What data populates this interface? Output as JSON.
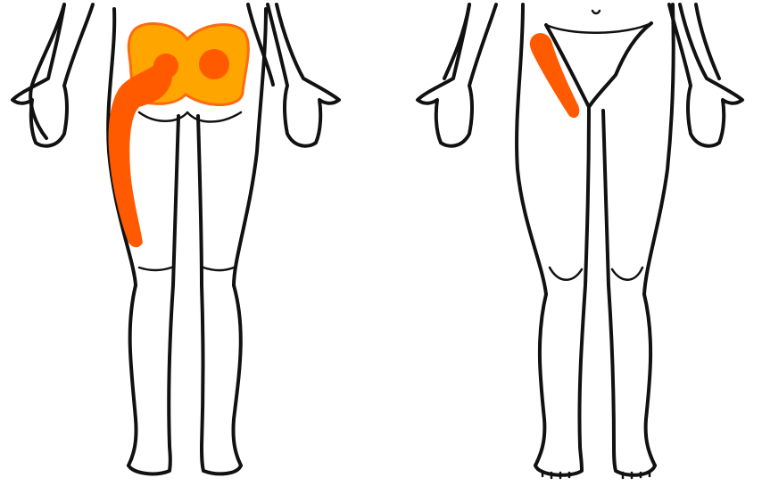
{
  "colors": {
    "background": "#ffffff",
    "outline": "#111111",
    "referred_pain_zone": "#ffa500",
    "zone_border": "#ff6a10",
    "primary_pain": "#ff5a00",
    "trigger_point": "#ff5a00"
  },
  "figures": [
    {
      "view": "posterior",
      "pain_regions": [
        "buttocks-zone",
        "hip-trigger-point",
        "sacral-trigger-point",
        "back-of-thigh-band"
      ]
    },
    {
      "view": "anterior",
      "pain_regions": [
        "groin-to-inner-thigh-band"
      ]
    }
  ]
}
